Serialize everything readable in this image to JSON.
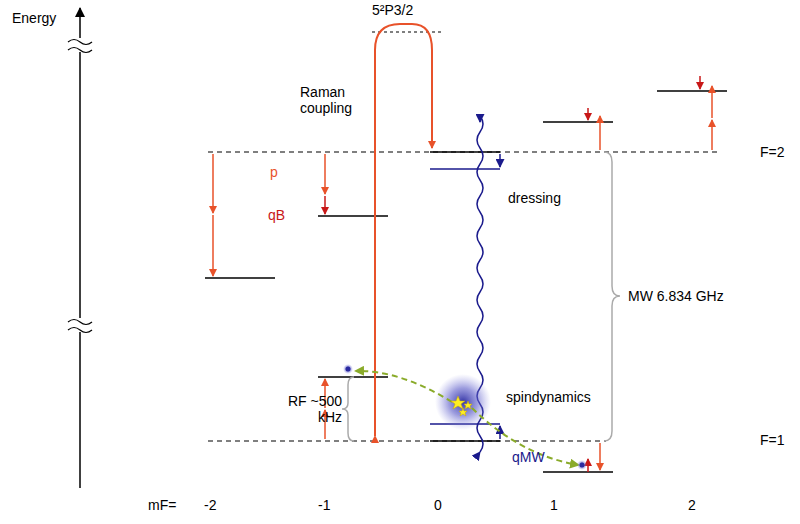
{
  "diagram": {
    "labels": [
      "Energy",
      "5²P3/2",
      "Raman coupling",
      "p",
      "qB",
      "dressing",
      "F=2",
      "MW 6.834 GHz",
      "spindynamics",
      "RF ~500 kHz",
      "F=1",
      "qMW",
      "mF=",
      "-2",
      "-1",
      "0",
      "1",
      "2"
    ]
  }
}
